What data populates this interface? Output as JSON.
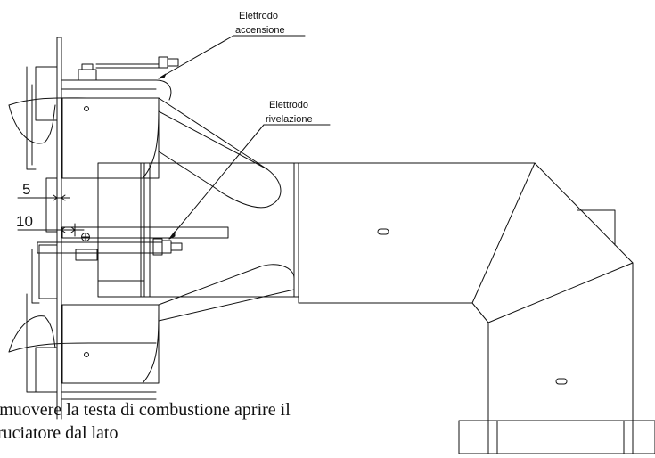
{
  "labels": {
    "ignition_line1": "Elettrodo",
    "ignition_line2": "accensione",
    "detection_line1": "Elettrodo",
    "detection_line2": "rivelazione"
  },
  "dimensions": {
    "d5": "5",
    "d10": "10"
  },
  "caption": {
    "line1": "rimuovere la testa di combustione aprire il",
    "line2": "bruciatore dal lato"
  }
}
